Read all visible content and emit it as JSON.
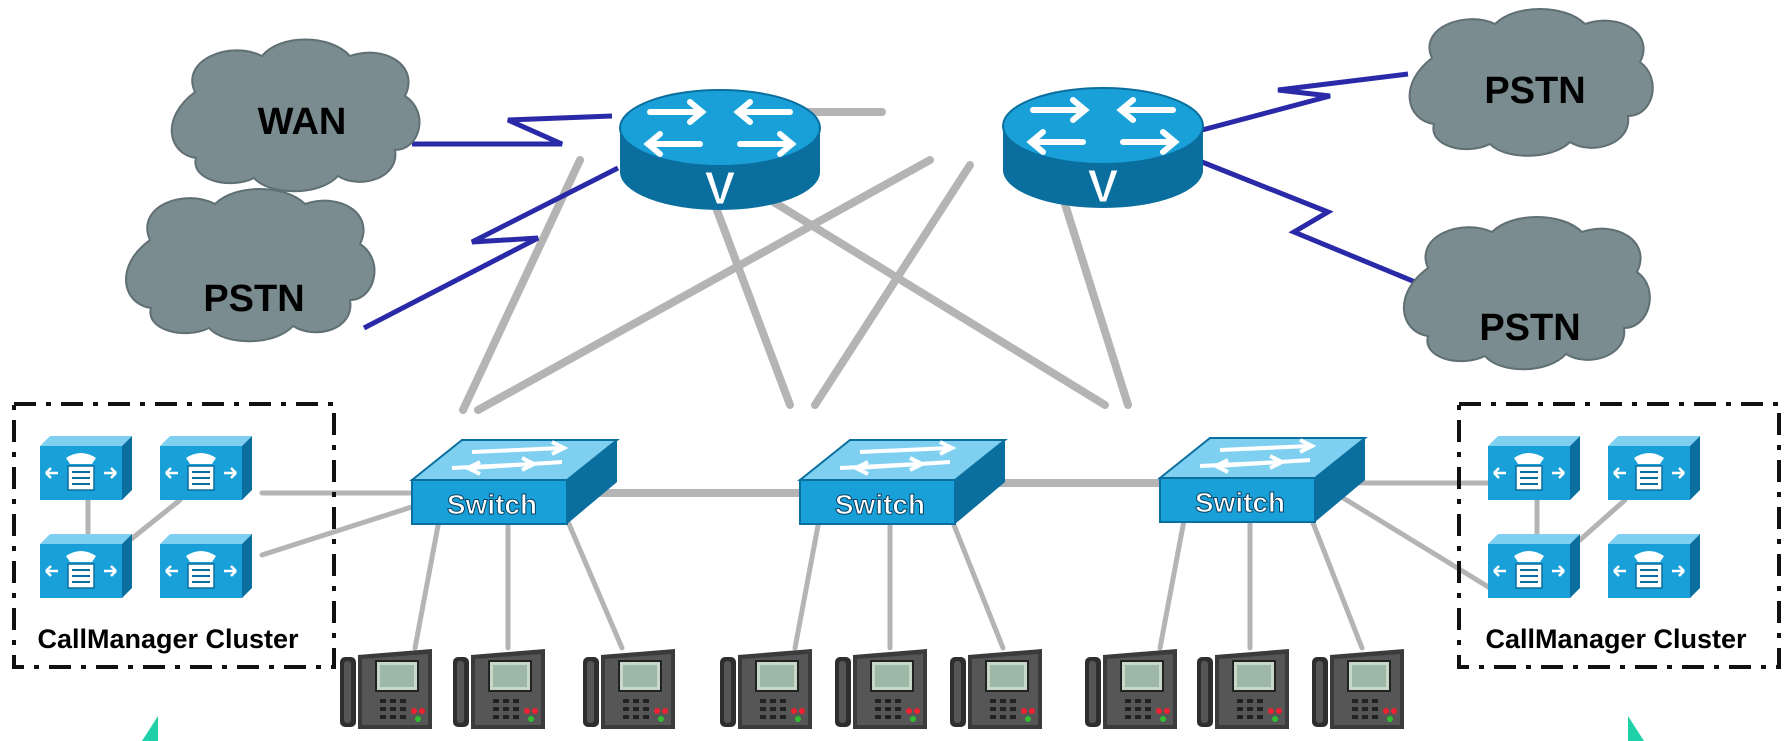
{
  "clouds": {
    "wan": "WAN",
    "pstn_left": "PSTN",
    "pstn_top_right": "PSTN",
    "pstn_right": "PSTN"
  },
  "switches": {
    "left": "Switch",
    "center": "Switch",
    "right": "Switch"
  },
  "clusters": {
    "left": "CallManager Cluster",
    "right": "CallManager Cluster"
  },
  "colors": {
    "cloud": "#7a8c90",
    "device": "#1aa0d8",
    "device_dark": "#0a6f9e",
    "trunk": "#b4b4b4",
    "serial": "#2a2aa8",
    "accent": "#1fd0a8"
  },
  "icons": {
    "router": "voice-router-icon",
    "switch": "switch-icon",
    "callmanager": "callmanager-server-icon",
    "phone": "ip-phone-icon"
  }
}
